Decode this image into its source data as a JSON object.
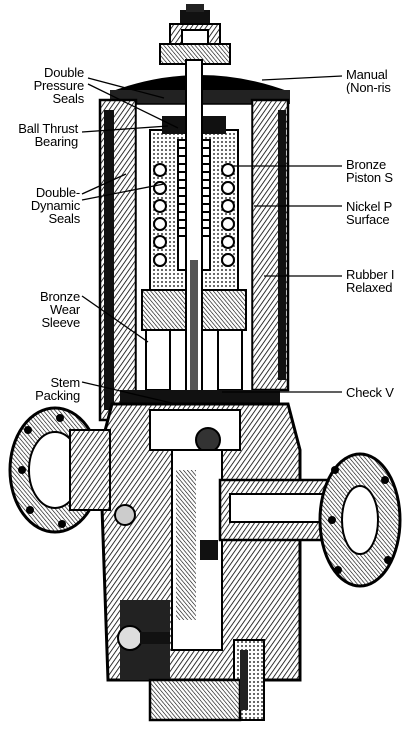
{
  "labels": {
    "double_pressure_seals": "Double\nPressure\nSeals",
    "ball_thrust_bearing": "Ball Thrust\nBearing",
    "double_dynamic_seals": "Double-\nDynamic\nSeals",
    "bronze_wear_sleeve": "Bronze\nWear\nSleeve",
    "stem_packing": "Stem\nPacking",
    "manual": "Manual\n(Non-ris",
    "bronze_piston": "Bronze\nPiston S",
    "nickel": "Nickel P\nSurface",
    "rubber": "Rubber I\nRelaxed",
    "check_valve": "Check V"
  },
  "colors": {
    "ink": "#000000",
    "paper": "#ffffff",
    "shade": "#3a3a3a",
    "mid": "#8a8a8a",
    "light": "#cfcfcf"
  }
}
